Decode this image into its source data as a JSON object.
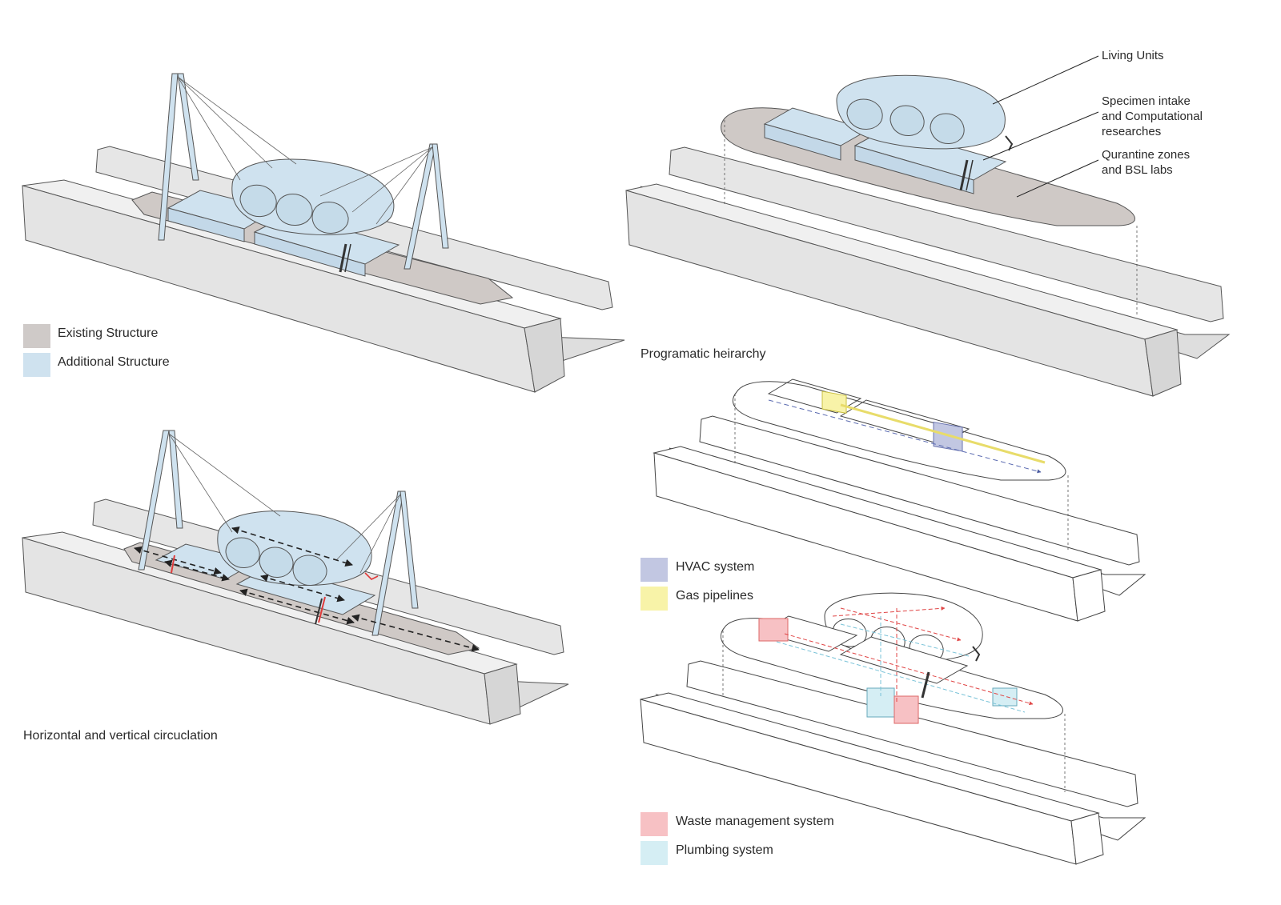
{
  "colors": {
    "existing": "#cfcac8",
    "additional": "#cfe2ef",
    "hvac": "#c2c7e2",
    "gas": "#f8f3a8",
    "waste": "#f7c1c4",
    "plumbing": "#d5eef4",
    "dock": "#ebebeb",
    "line": "#444444"
  },
  "legend_structure": {
    "existing": "Existing Structure",
    "additional": "Additional Structure"
  },
  "caption_circulation": "Horizontal and vertical circuclation",
  "caption_hierarchy": "Programatic heirarchy",
  "callouts": {
    "living": "Living Units",
    "specimen": [
      "Specimen intake",
      "and Computational",
      "researches"
    ],
    "quarantine": [
      "Qurantine zones",
      "and BSL labs"
    ]
  },
  "legend_services": {
    "hvac": "HVAC system",
    "gas": "Gas pipelines"
  },
  "legend_waste": {
    "waste": "Waste management system",
    "plumbing": "Plumbing system"
  }
}
